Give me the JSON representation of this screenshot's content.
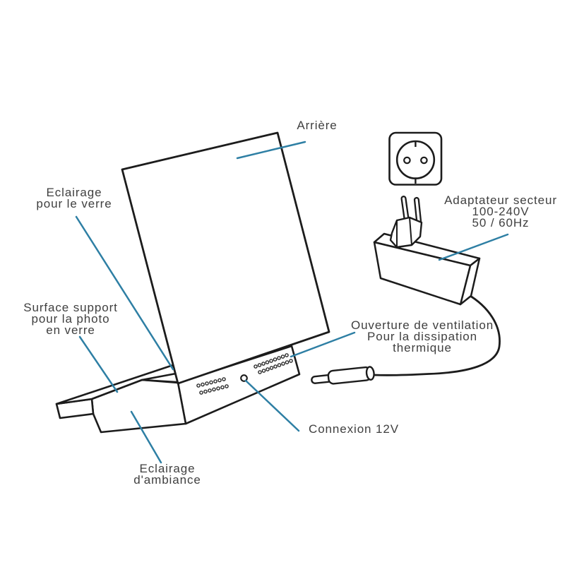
{
  "diagram": {
    "labels": {
      "arriere": {
        "text": "Arrière"
      },
      "eclairage_verre": {
        "lines": [
          "Eclairage",
          "pour le verre"
        ]
      },
      "surface_support": {
        "lines": [
          "Surface support",
          "pour la photo",
          "en verre"
        ]
      },
      "adaptateur": {
        "lines": [
          "Adaptateur secteur",
          "100-240V",
          "50 / 60Hz"
        ]
      },
      "ouverture": {
        "lines": [
          "Ouverture de ventilation",
          "Pour la dissipation",
          "thermique"
        ]
      },
      "connexion": {
        "text": "Connexion 12V"
      },
      "ambiance": {
        "lines": [
          "Eclairage",
          "d'ambiance"
        ]
      }
    },
    "parts": [
      "back-panel",
      "stand-base",
      "glass-slot",
      "ventilation-holes",
      "dc-jack",
      "dc-barrel-connector",
      "power-cable",
      "power-adapter",
      "plug-prongs",
      "wall-socket"
    ],
    "colors": {
      "line_art": "#1c1c1c",
      "pointer_line": "#2e7fa4",
      "text": "#3f3f3f",
      "background": "#ffffff"
    }
  }
}
